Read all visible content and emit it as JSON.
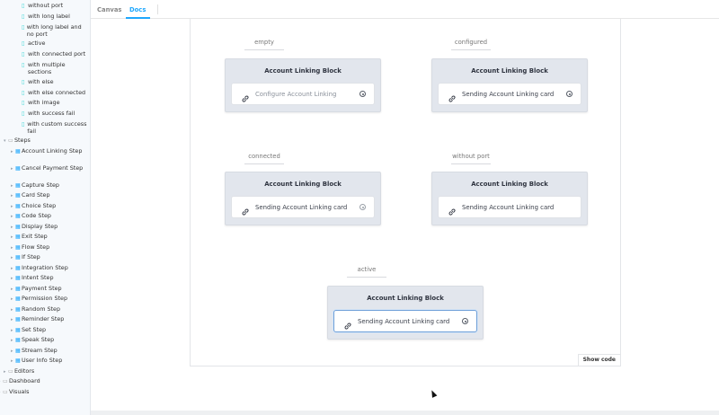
{
  "sidebar": {
    "items": [
      {
        "label": "without port",
        "icon": "story",
        "twisty": ""
      },
      {
        "label": "with long label",
        "icon": "story",
        "twisty": ""
      },
      {
        "label": "with long label and no port",
        "icon": "story",
        "twisty": ""
      },
      {
        "label": "active",
        "icon": "story",
        "twisty": ""
      },
      {
        "label": "with connected port",
        "icon": "story",
        "twisty": ""
      },
      {
        "label": "with multiple sections",
        "icon": "story",
        "twisty": ""
      },
      {
        "label": "with else",
        "icon": "story",
        "twisty": ""
      },
      {
        "label": "with else connected",
        "icon": "story",
        "twisty": ""
      },
      {
        "label": "with image",
        "icon": "story",
        "twisty": ""
      },
      {
        "label": "with success fail",
        "icon": "story",
        "twisty": ""
      },
      {
        "label": "with custom success fail",
        "icon": "story",
        "twisty": ""
      },
      {
        "label": "Steps",
        "icon": "folder",
        "twisty": "▾"
      },
      {
        "label": "Account Linking Step",
        "icon": "component",
        "twisty": "▸"
      },
      {
        "label": "Cancel Payment Step",
        "icon": "component",
        "twisty": "▸"
      },
      {
        "label": "Capture Step",
        "icon": "component",
        "twisty": "▸"
      },
      {
        "label": "Card Step",
        "icon": "component",
        "twisty": "▸"
      },
      {
        "label": "Choice Step",
        "icon": "component",
        "twisty": "▸"
      },
      {
        "label": "Code Step",
        "icon": "component",
        "twisty": "▸"
      },
      {
        "label": "Display Step",
        "icon": "component",
        "twisty": "▸"
      },
      {
        "label": "Exit Step",
        "icon": "component",
        "twisty": "▸"
      },
      {
        "label": "Flow Step",
        "icon": "component",
        "twisty": "▸"
      },
      {
        "label": "If Step",
        "icon": "component",
        "twisty": "▸"
      },
      {
        "label": "Integration Step",
        "icon": "component",
        "twisty": "▸"
      },
      {
        "label": "Intent Step",
        "icon": "component",
        "twisty": "▸"
      },
      {
        "label": "Payment Step",
        "icon": "component",
        "twisty": "▸"
      },
      {
        "label": "Permission Step",
        "icon": "component",
        "twisty": "▸"
      },
      {
        "label": "Random Step",
        "icon": "component",
        "twisty": "▸"
      },
      {
        "label": "Reminder Step",
        "icon": "component",
        "twisty": "▸"
      },
      {
        "label": "Set Step",
        "icon": "component",
        "twisty": "▸"
      },
      {
        "label": "Speak Step",
        "icon": "component",
        "twisty": "▸"
      },
      {
        "label": "Stream Step",
        "icon": "component",
        "twisty": "▸"
      },
      {
        "label": "User Info Step",
        "icon": "component",
        "twisty": "▸"
      },
      {
        "label": "Editors",
        "icon": "folder",
        "twisty": "▸"
      },
      {
        "label": "Dashboard",
        "icon": "folder",
        "twisty": "▸"
      },
      {
        "label": "Visuals",
        "icon": "folder",
        "twisty": "▸"
      }
    ]
  },
  "tabs": [
    {
      "label": "Canvas",
      "active": false
    },
    {
      "label": "Docs",
      "active": true
    }
  ],
  "preview": {
    "cells": [
      {
        "label": "empty",
        "block_title": "Account Linking Block",
        "card_text": "Configure Account Linking",
        "muted": true,
        "port": "open",
        "active": false
      },
      {
        "label": "configured",
        "block_title": "Account Linking Block",
        "card_text": "Sending Account Linking card",
        "muted": false,
        "port": "open",
        "active": false
      },
      {
        "label": "connected",
        "block_title": "Account Linking Block",
        "card_text": "Sending Account Linking card",
        "muted": false,
        "port": "connected",
        "active": false
      },
      {
        "label": "without port",
        "block_title": "Account Linking Block",
        "card_text": "Sending Account Linking card",
        "muted": false,
        "port": "none",
        "active": false
      },
      {
        "label": "active",
        "block_title": "Account Linking Block",
        "card_text": "Sending Account Linking card",
        "muted": false,
        "port": "open",
        "active": true
      }
    ],
    "show_code_label": "Show code"
  },
  "colors": {
    "accent": "#1ea7fd",
    "story_icon": "#37d5d3",
    "block_bg": "#e2e6ed",
    "active_border": "#6f9fd8"
  }
}
